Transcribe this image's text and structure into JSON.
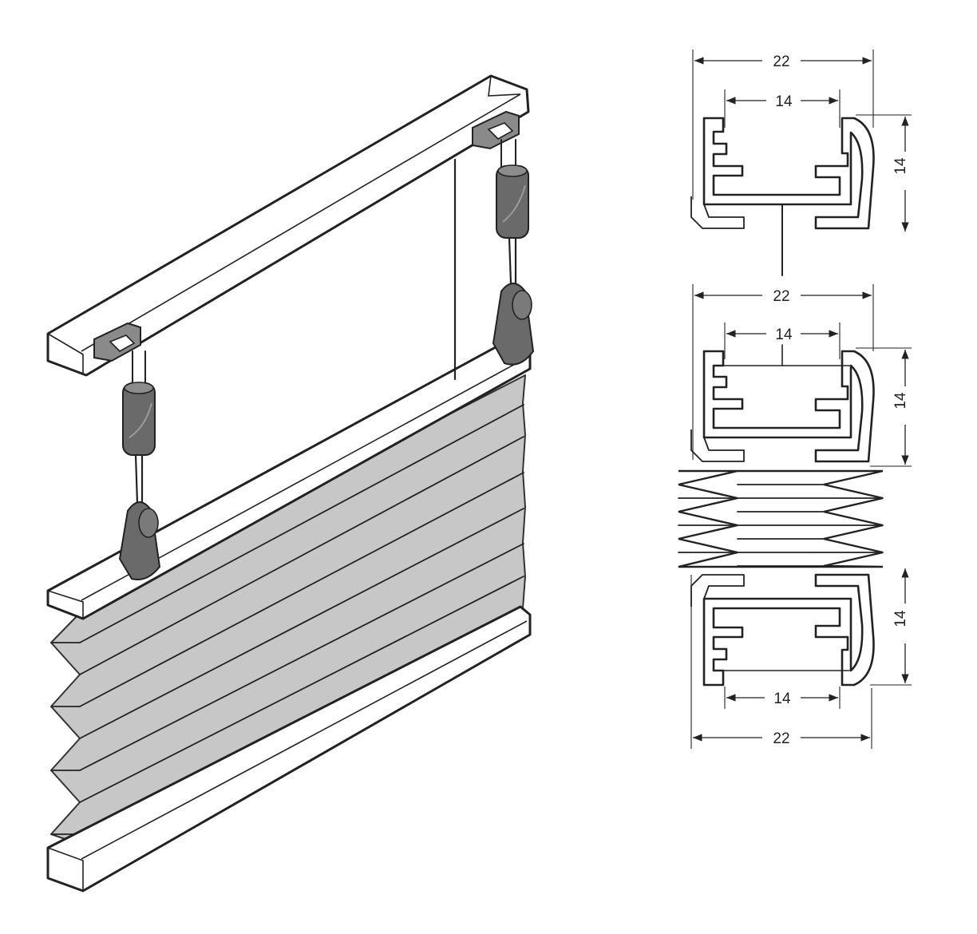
{
  "drawing": {
    "dimensions": {
      "top_width": "22",
      "top_inner": "14",
      "top_height": "14",
      "mid_width": "22",
      "mid_inner": "14",
      "mid_height": "14",
      "bottom_height": "14",
      "bottom_inner": "14",
      "bottom_width": "22"
    },
    "colors": {
      "line": "#222222",
      "fabric": "#c7c7c7",
      "handle": "#6a6a6a",
      "background": "#ffffff"
    }
  }
}
